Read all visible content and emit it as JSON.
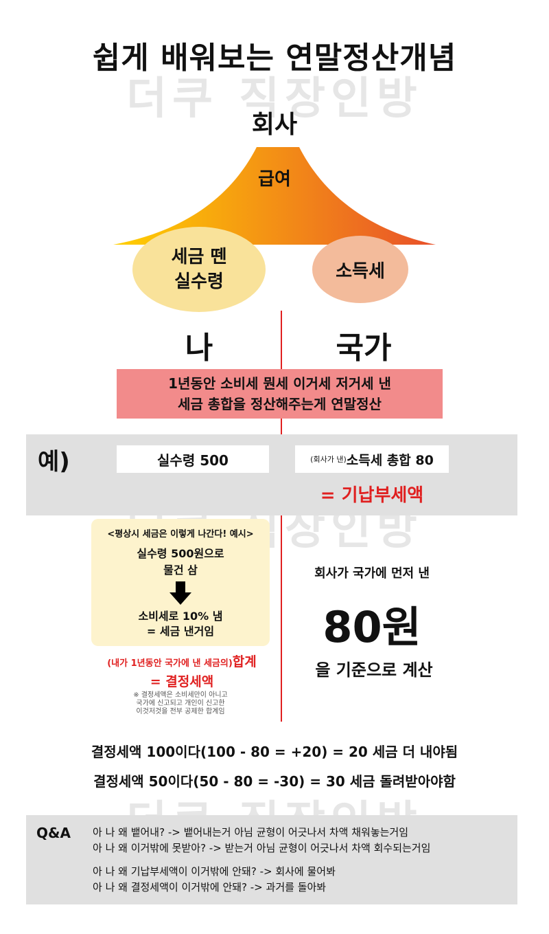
{
  "header": {
    "title": "쉽게 배워보는 연말정산개념",
    "company": "회사"
  },
  "watermark": {
    "text": "더쿠 직장인방"
  },
  "mountain": {
    "label": "급여"
  },
  "ellipses": {
    "net_line1": "세금 뗀",
    "net_line2": "실수령",
    "tax": "소득세"
  },
  "sides": {
    "me": "나",
    "nation": "국가"
  },
  "definition": {
    "line1": "1년동안 소비세 뭔세 이거세 저거세 낸",
    "line2": "세금 총합을 정산해주는게 연말정산"
  },
  "example": {
    "label": "예)",
    "net_pay": "실수령 500",
    "tax_small": "(회사가 낸)",
    "tax_total": "소득세 총합 80",
    "prepaid": "= 기납부세액"
  },
  "everyday": {
    "heading": "<평상시 세금은 이렇게 나간다! 예시>",
    "buy_line1": "실수령 500원으로",
    "buy_line2": "물건 삼",
    "vat_line1": "소비세로 10% 냄",
    "vat_line2": "= 세금 낸거임",
    "final_small": "(내가 1년동안 국가에 낸 세금의)",
    "final_big": "합계",
    "final_line2": "= 결정세액",
    "note_line1": "※ 결정세액은 소비세만이 아니고",
    "note_line2": "국가에 신고되고 개인이 신고한",
    "note_line3": "이것저것을 전부 공제한 합계임"
  },
  "nation_side": {
    "company_paid": "회사가 국가에 먼저 낸",
    "amount": "80원",
    "basis": "을 기준으로 계산"
  },
  "calc": {
    "line1": "결정세액 100이다(100 - 80 = +20) = 20 세금 더 내야됨",
    "line2": "결정세액 50이다(50 - 80 = -30) = 30 세금 돌려받아야함"
  },
  "qa": {
    "label": "Q&A",
    "items": [
      "아 나 왜 뱉어내? -> 뱉어내는거 아님 균형이 어긋나서 차액 채워놓는거임",
      "아 나 왜 이거밖에 못받아? -> 받는거 아님 균형이 어긋나서 차액 회수되는거임",
      "아 나 왜 기납부세액이 이거밖에 안돼? -> 회사에 물어봐",
      "아 나 왜 결정세액이 이거밖에 안돼? -> 과거를 돌아봐"
    ]
  },
  "colors": {
    "accent_red": "#e02020",
    "definition_box": "#f28b8b",
    "net_ellipse": "#f9e29a",
    "tax_ellipse": "#f3bb9b",
    "band_gray": "#e0e0e0",
    "mountain_gradient_start": "#ffd000",
    "mountain_gradient_end": "#e8502a"
  }
}
